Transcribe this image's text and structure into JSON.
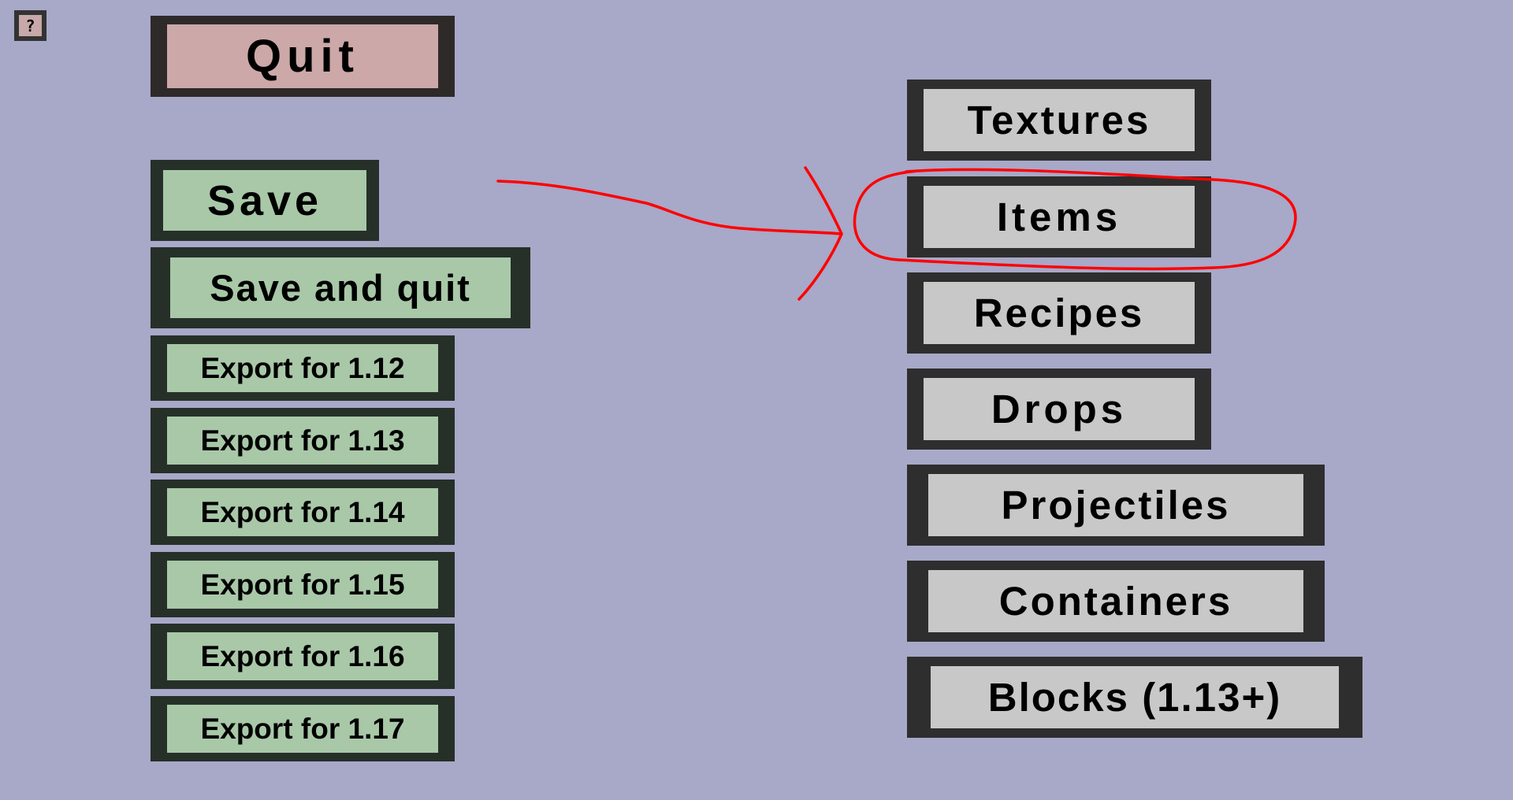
{
  "help_button": {
    "label": "?"
  },
  "left_menu": {
    "quit_label": "Quit",
    "save_label": "Save",
    "save_and_quit_label": "Save and quit",
    "export_buttons": [
      "Export for 1.12",
      "Export for 1.13",
      "Export for 1.14",
      "Export for 1.15",
      "Export for 1.16",
      "Export for 1.17"
    ]
  },
  "right_menu": {
    "items": [
      "Textures",
      "Items",
      "Recipes",
      "Drops",
      "Projectiles",
      "Containers",
      "Blocks (1.13+)"
    ]
  },
  "annotation": {
    "color": "#ff0000",
    "highlighted_item": "Items"
  },
  "colors": {
    "background": "#a8a8c8",
    "quit_face": "#cca8a8",
    "action_face": "#a8c8a8",
    "nav_face": "#c8c8c8"
  }
}
